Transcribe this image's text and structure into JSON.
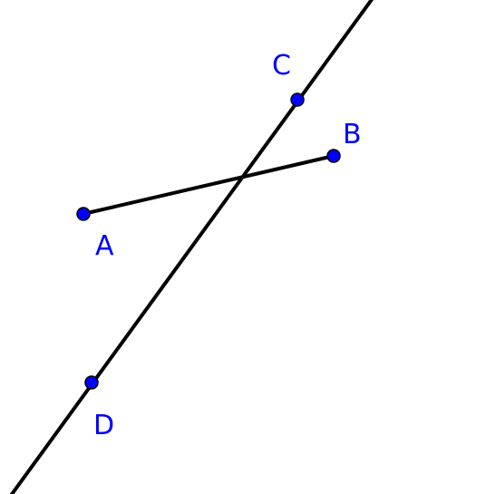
{
  "colors": {
    "background": "#ffffff",
    "line": "#000000",
    "point_fill": "#0000ff",
    "point_stroke": "#000000",
    "label": "#0000ff"
  },
  "points": [
    {
      "id": "A",
      "label": "A"
    },
    {
      "id": "B",
      "label": "B"
    },
    {
      "id": "C",
      "label": "C"
    },
    {
      "id": "D",
      "label": "D"
    }
  ],
  "elements": [
    {
      "type": "segment",
      "from": "A",
      "to": "B"
    },
    {
      "type": "line",
      "through": [
        "C",
        "D"
      ]
    }
  ]
}
